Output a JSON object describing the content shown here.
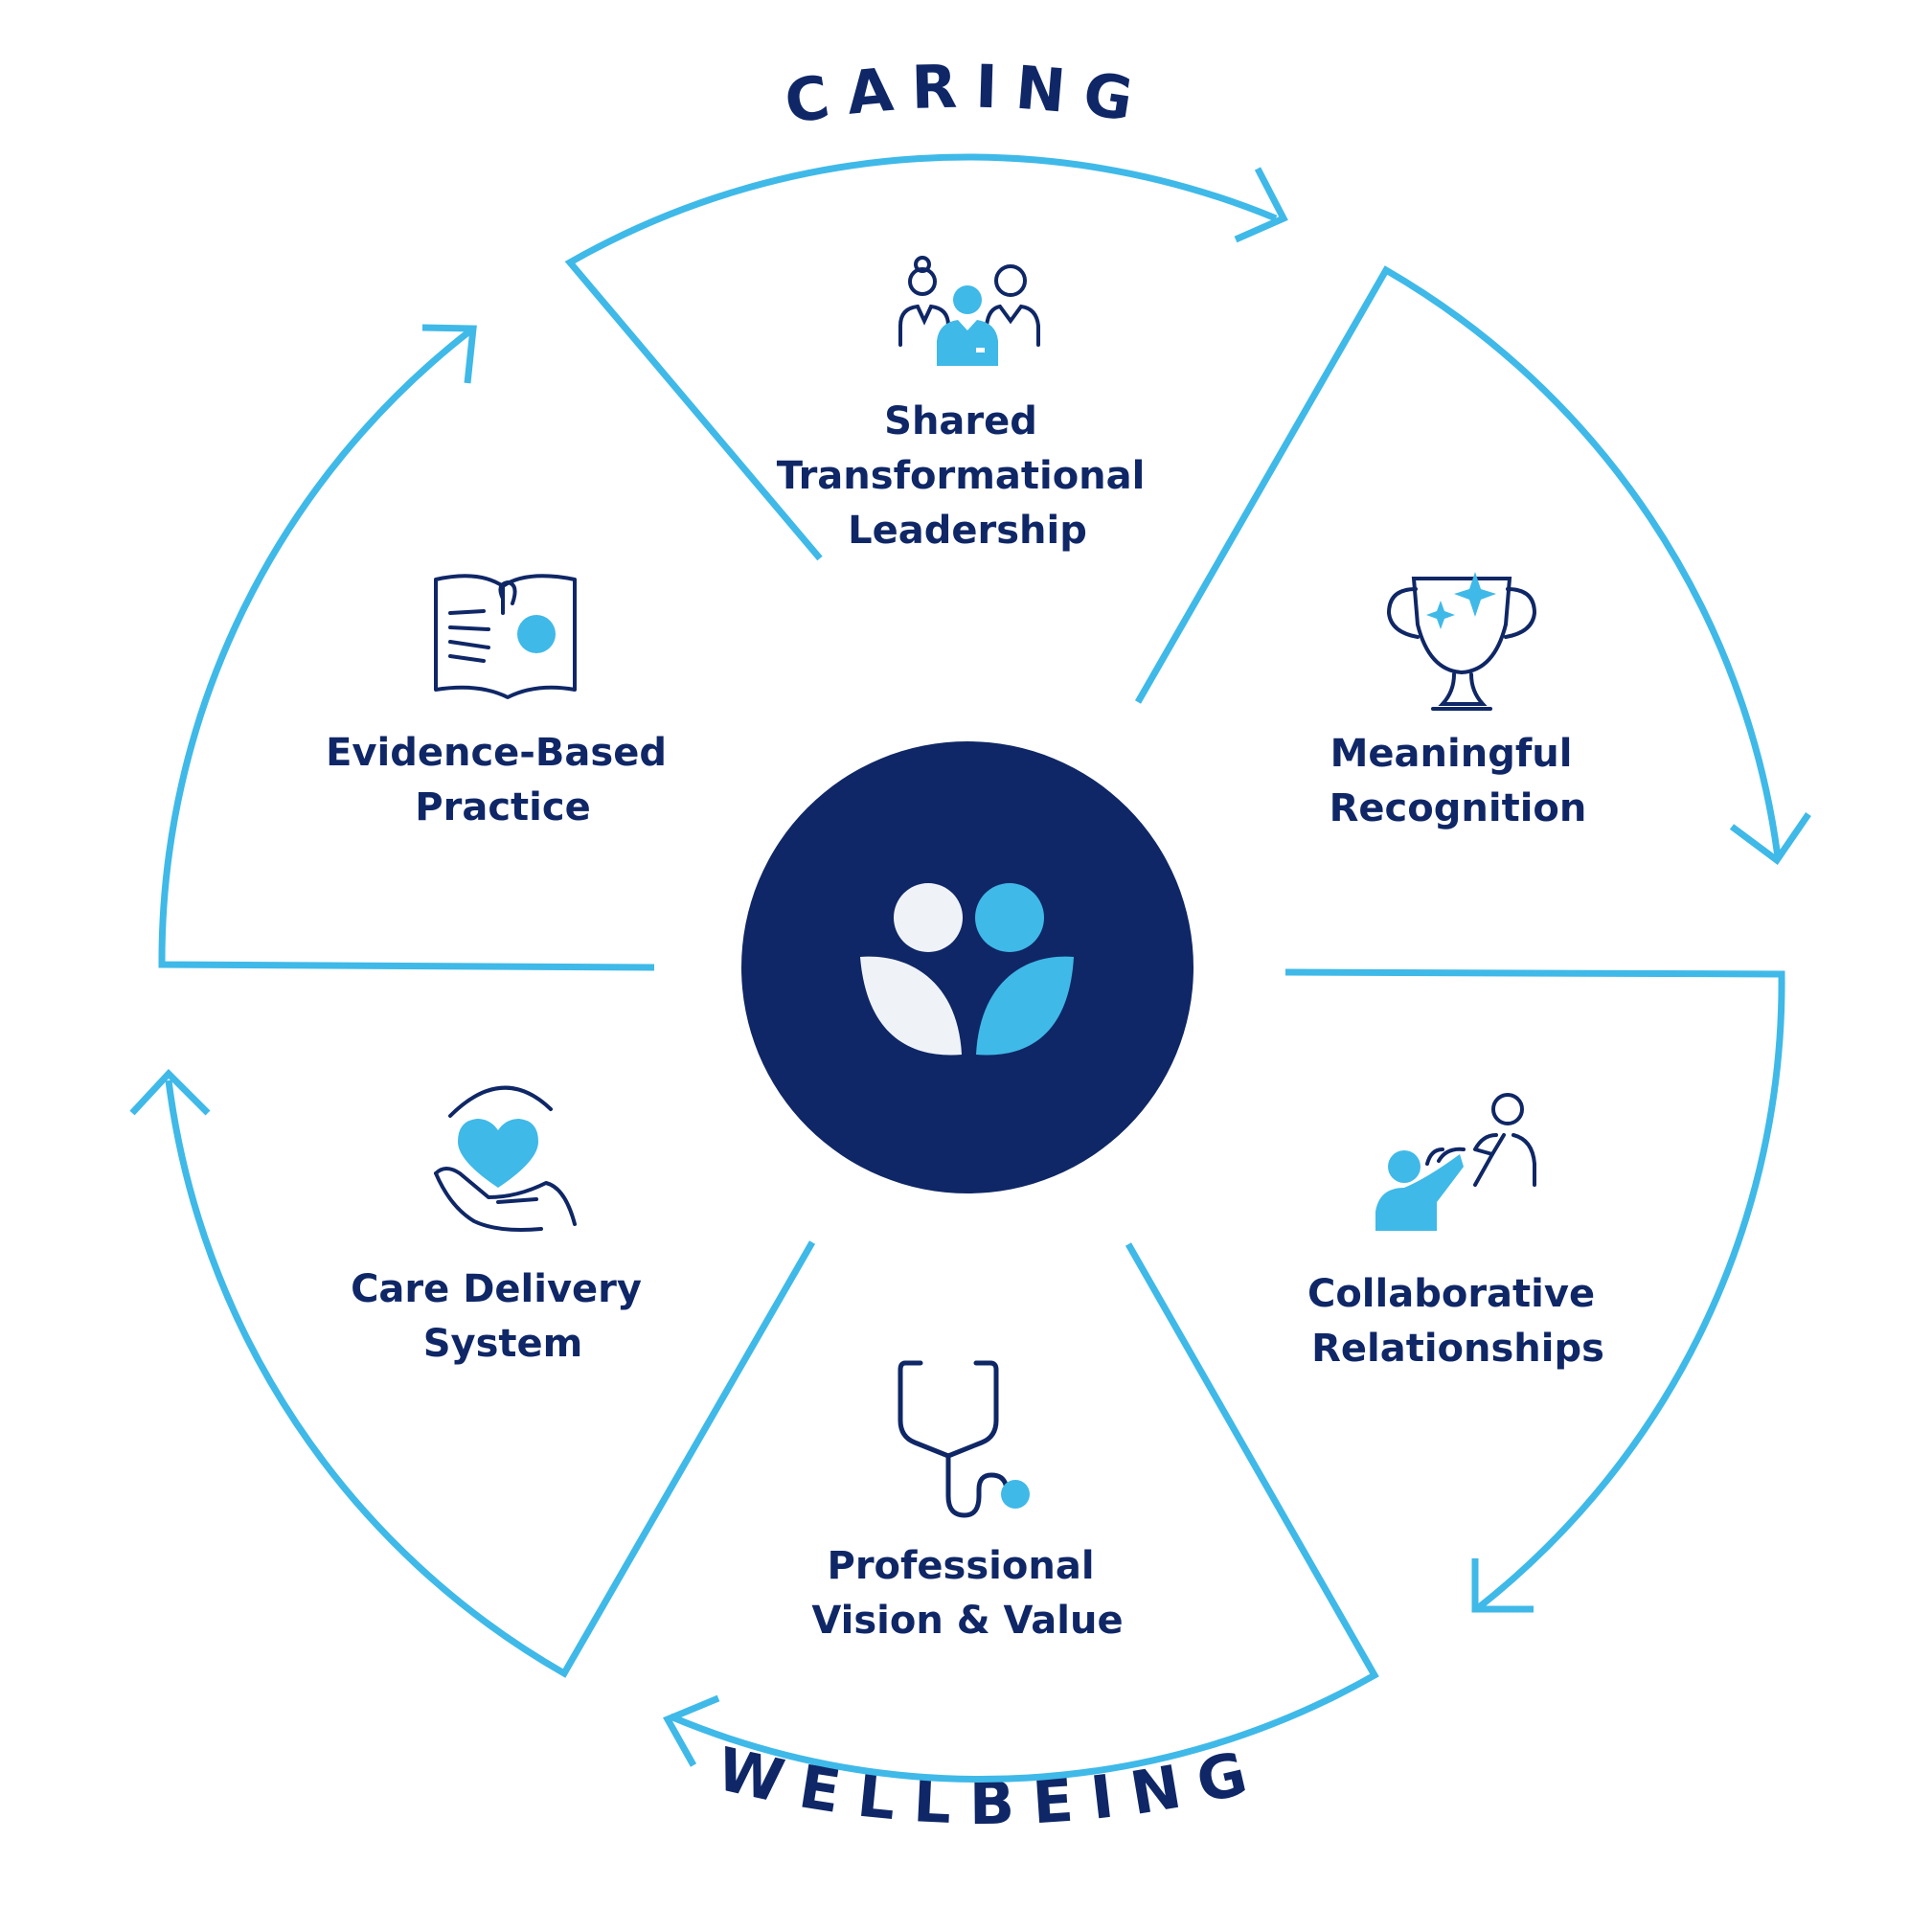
{
  "colors": {
    "navy": "#0f2766",
    "sky": "#3fb9e8",
    "offwhite": "#eff3f7"
  },
  "arc_labels": {
    "top": "CARING",
    "bottom": "WELLBEING"
  },
  "center": {
    "icon": "people-leaf-logo-icon"
  },
  "segments": [
    {
      "key": "shared",
      "icon": "team-people-icon",
      "lines": [
        "Shared",
        "Transformational",
        "Leadership"
      ]
    },
    {
      "key": "recognition",
      "icon": "trophy-icon",
      "lines": [
        "Meaningful",
        "Recognition"
      ]
    },
    {
      "key": "collaborative",
      "icon": "helping-hand-people-icon",
      "lines": [
        "Collaborative",
        "Relationships"
      ]
    },
    {
      "key": "professional",
      "icon": "stethoscope-icon",
      "lines": [
        "Professional",
        "Vision & Value"
      ]
    },
    {
      "key": "care",
      "icon": "heart-in-hand-icon",
      "lines": [
        "Care Delivery",
        "System"
      ]
    },
    {
      "key": "evidence",
      "icon": "open-book-icon",
      "lines": [
        "Evidence-Based",
        "Practice"
      ]
    }
  ]
}
